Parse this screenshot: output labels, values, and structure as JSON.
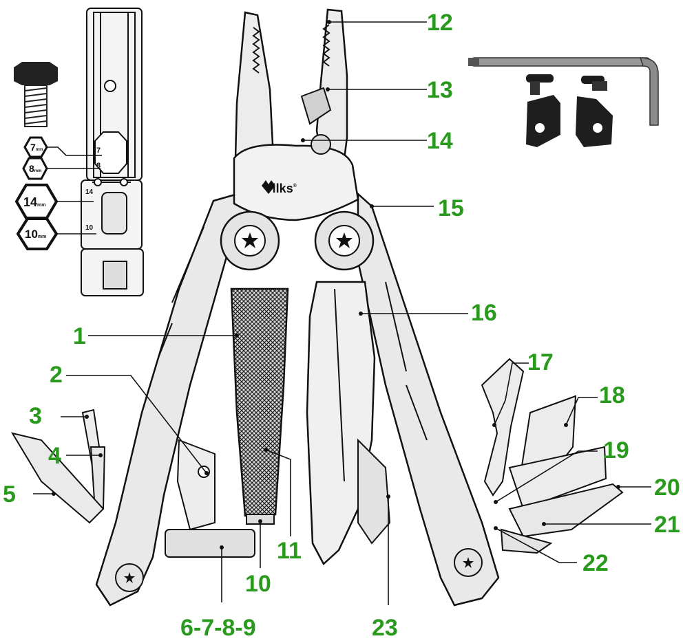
{
  "brand": {
    "name": "Vilks",
    "trademark": "®"
  },
  "hex_sizes": [
    {
      "value": "7",
      "unit": "mm"
    },
    {
      "value": "8",
      "unit": "mm"
    },
    {
      "value": "14",
      "unit": "mm"
    },
    {
      "value": "10",
      "unit": "mm"
    }
  ],
  "tool_marks": [
    "7",
    "8",
    "14",
    "10"
  ],
  "callouts": [
    "1",
    "2",
    "3",
    "4",
    "5",
    "6-7-8-9",
    "10",
    "11",
    "12",
    "13",
    "14",
    "15",
    "16",
    "17",
    "18",
    "19",
    "20",
    "21",
    "22",
    "23"
  ],
  "colors": {
    "callout": "#2a9a1e",
    "line": "#111111",
    "steel": "#cfcfcf",
    "dark": "#1c1c1c"
  }
}
